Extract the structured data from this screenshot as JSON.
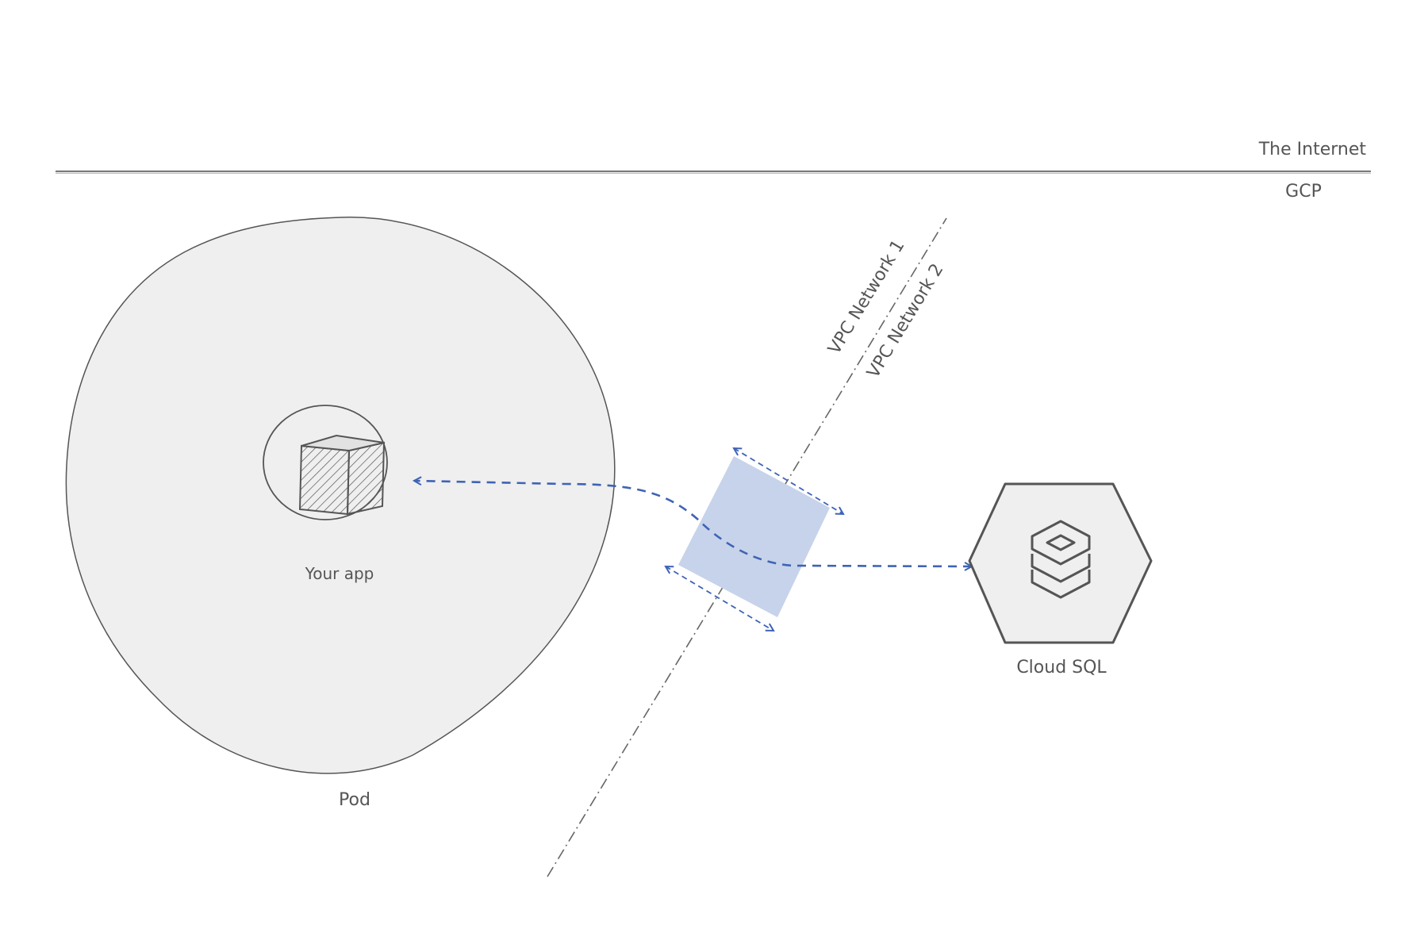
{
  "labels": {
    "internet": "The Internet",
    "gcp": "GCP",
    "vpc1": "VPC Network 1",
    "vpc2": "VPC Network 2",
    "app": "Your app",
    "pod": "Pod",
    "cloudsql": "Cloud SQL"
  },
  "icons": {
    "app": "cube-icon",
    "cloudsql": "database-stack-icon"
  },
  "colors": {
    "ink": "#555555",
    "pod_fill": "#efefef",
    "connection": "#3f63b5",
    "peering_fill": "#c7d3ea"
  }
}
